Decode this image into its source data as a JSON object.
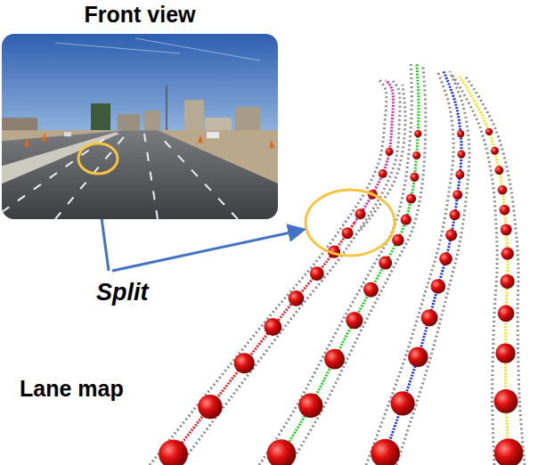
{
  "diagram": {
    "nodes": [
      {
        "text": [
          "Front view"
        ]
      }
    ],
    "labels": [
      "Split",
      "Lane map"
    ]
  }
}
